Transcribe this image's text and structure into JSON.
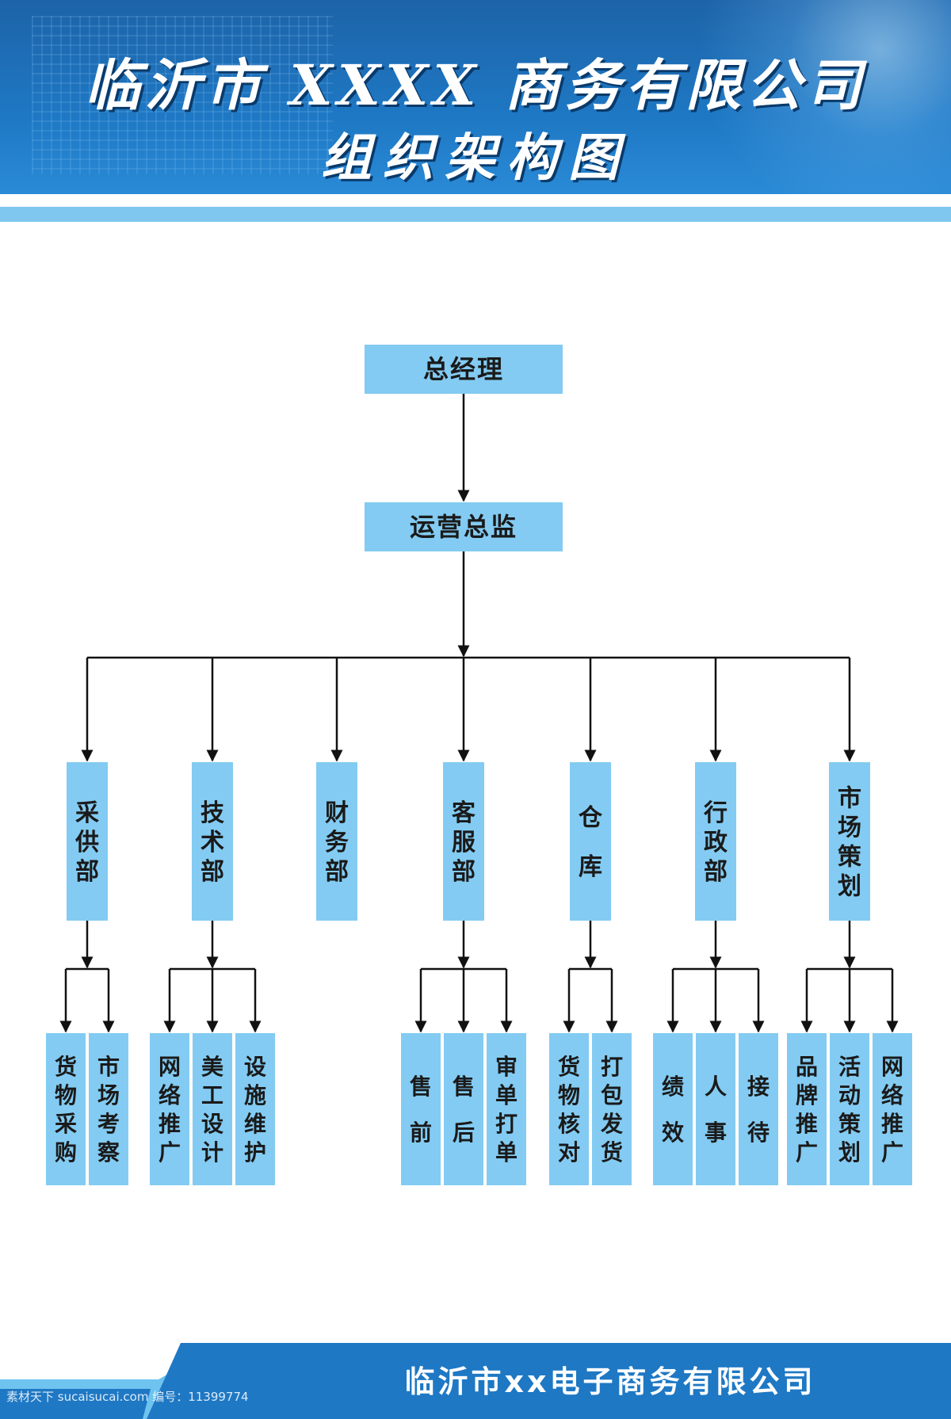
{
  "header": {
    "title_line1": "临沂市 XXXX 商务有限公司",
    "title_line2": "组织架构图"
  },
  "colors": {
    "node_fill": "#83cbf2",
    "connector": "#111111",
    "header_blue": "#1e78c4",
    "accent_light_blue": "#7fc7ef"
  },
  "org": {
    "root": "总经理",
    "level2": "运营总监",
    "departments": [
      {
        "name": "采供部",
        "children": [
          "货物采购",
          "市场考察"
        ]
      },
      {
        "name": "技术部",
        "children": [
          "网络推广",
          "美工设计",
          "设施维护"
        ]
      },
      {
        "name": "财务部",
        "children": []
      },
      {
        "name": "客服部",
        "children": [
          "售前",
          "售后",
          "审单打单"
        ]
      },
      {
        "name": "仓库",
        "children": [
          "货物核对",
          "打包发货"
        ]
      },
      {
        "name": "行政部",
        "children": [
          "绩效",
          "人事",
          "接待"
        ]
      },
      {
        "name": "市场策划",
        "children": [
          "品牌推广",
          "活动策划",
          "网络推广"
        ]
      }
    ]
  },
  "footer": {
    "company": "临沂市xx电子商务有限公司",
    "watermark": "素材天下 sucaisucai.com  编号：11399774"
  }
}
